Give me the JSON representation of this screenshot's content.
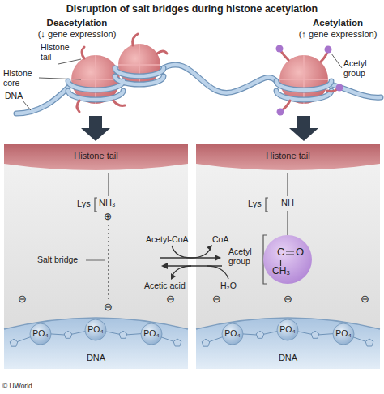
{
  "diagram": {
    "title": "Disruption of salt bridges during histone acetylation",
    "nodes": [
      {
        "text": [
          "Histone tail"
        ]
      },
      {
        "text": [
          "DNA"
        ]
      },
      {
        "text": [
          "PO₄"
        ],
        "in": 1
      },
      {
        "text": [
          "PO₄"
        ],
        "in": 1
      },
      {
        "text": [
          "PO₄"
        ],
        "in": 1
      },
      {
        "text": [
          "Histone tail"
        ]
      },
      {
        "text": [
          "DNA"
        ]
      },
      {
        "text": [
          "PO₄"
        ],
        "in": 6
      },
      {
        "text": [
          "PO₄"
        ],
        "in": 6
      },
      {
        "text": [
          "PO₄"
        ],
        "in": 6
      },
      {
        "text": [
          "C",
          "O",
          "CH₃"
        ]
      }
    ],
    "labels": [
      "Deacetylation",
      "(↓ gene expression)",
      "Histone core",
      "Histone tail",
      "DNA",
      "Acetylation",
      "(↑ gene expression)",
      "Acetyl group",
      "Lys",
      "NH₃",
      "⊕",
      "Salt bridge",
      "⊖",
      "⊖",
      "⊖",
      "Acetyl-CoA",
      "CoA",
      "Acetic acid",
      "H₂O",
      "Lys",
      "NH",
      "Acetyl group",
      "⊖",
      "⊖",
      "⊖",
      "© UWorld"
    ]
  }
}
